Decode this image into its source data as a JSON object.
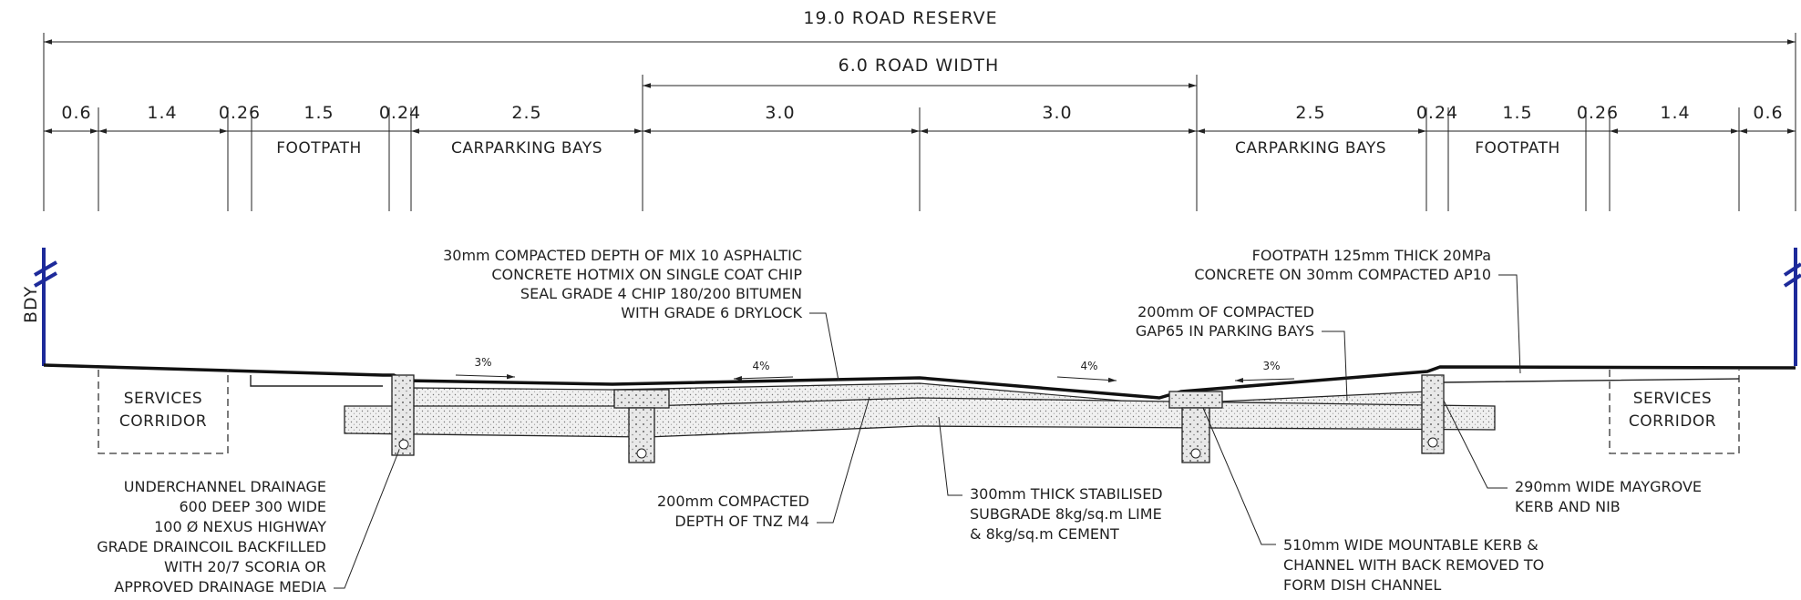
{
  "dimensions": {
    "road_reserve": "19.0 ROAD RESERVE",
    "road_width": "6.0 ROAD WIDTH",
    "segments": [
      "0.6",
      "1.4",
      "0.26",
      "1.5",
      "0.24",
      "2.5",
      "3.0",
      "3.0",
      "2.5",
      "0.24",
      "1.5",
      "0.26",
      "1.4",
      "0.6"
    ]
  },
  "zones": {
    "footpath_left": "FOOTPATH",
    "carparking_left": "CARPARKING BAYS",
    "carparking_right": "CARPARKING BAYS",
    "footpath_right": "FOOTPATH"
  },
  "boundary_label": "BDY",
  "services_corridor": [
    "SERVICES",
    "CORRIDOR"
  ],
  "slopes": [
    "3%",
    "4%",
    "4%",
    "3%"
  ],
  "notes": {
    "asphaltic": [
      "30mm COMPACTED DEPTH OF MIX 10 ASPHALTIC",
      "CONCRETE HOTMIX ON SINGLE COAT CHIP",
      "SEAL GRADE 4 CHIP 180/200 BITUMEN",
      "WITH GRADE 6 DRYLOCK"
    ],
    "footpath_concrete": [
      "FOOTPATH 125mm THICK 20MPa",
      "CONCRETE ON 30mm COMPACTED AP10"
    ],
    "parking_bays": [
      "200mm OF COMPACTED",
      "GAP65 IN PARKING BAYS"
    ],
    "underchannel": [
      "UNDERCHANNEL DRAINAGE",
      "600 DEEP 300 WIDE",
      "100 Ø NEXUS HIGHWAY",
      "GRADE DRAINCOIL BACKFILLED",
      "WITH 20/7 SCORIA OR",
      "APPROVED DRAINAGE MEDIA"
    ],
    "tnz_m4": [
      "200mm COMPACTED",
      "DEPTH OF TNZ M4"
    ],
    "subgrade": [
      "300mm THICK STABILISED",
      "SUBGRADE 8kg/sq.m LIME",
      "&     8kg/sq.m CEMENT"
    ],
    "mountable_kerb": [
      "510mm WIDE MOUNTABLE KERB &",
      "CHANNEL WITH BACK REMOVED TO",
      "FORM DISH CHANNEL"
    ],
    "maygrove_kerb": [
      "290mm WIDE MAYGROVE",
      "KERB AND NIB"
    ]
  },
  "colors": {
    "ink": "#222222",
    "boundary": "#1d2a9a",
    "stipple": "#e6e6e6"
  }
}
